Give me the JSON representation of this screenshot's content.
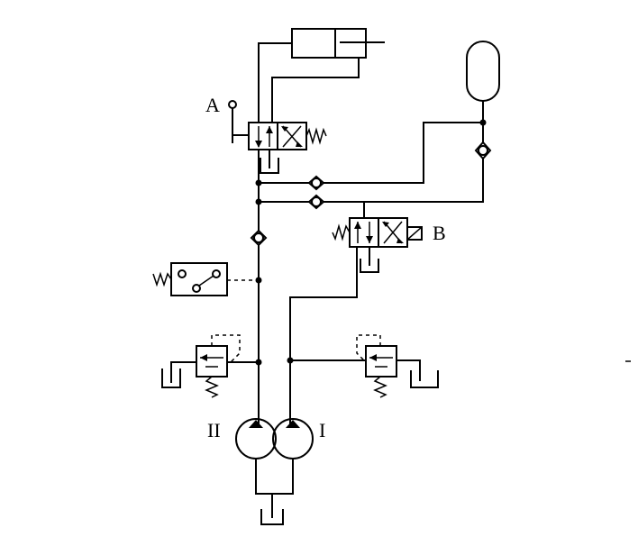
{
  "labels": {
    "valve_a": "A",
    "valve_b": "B",
    "pump_left": "II",
    "pump_right": "I"
  },
  "colors": {
    "line": "#000000",
    "background": "#ffffff"
  }
}
